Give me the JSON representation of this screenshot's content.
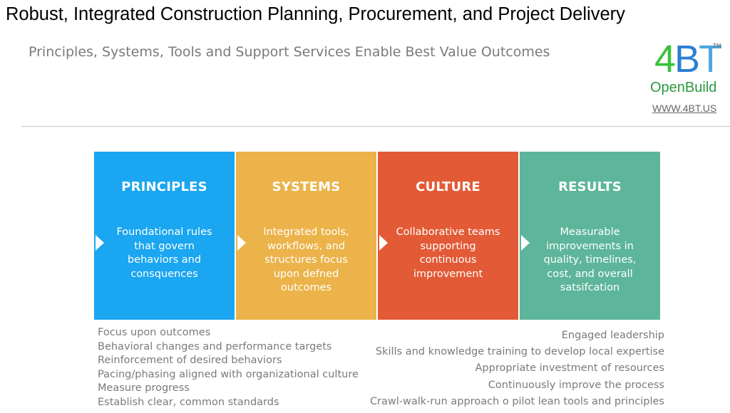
{
  "title": "Robust, Integrated Construction Planning, Procurement, and Project Delivery",
  "subtitle": "Principles, Systems, Tools and Support Services Enable Best Value Outcomes",
  "logo": {
    "mark_4": "4",
    "mark_B": "B",
    "mark_T": "T",
    "tm": "TM",
    "name": "OpenBuild",
    "url": "WWW.4BT.US"
  },
  "colors": {
    "principles": "#1aa6f0",
    "systems": "#ebb349",
    "culture": "#e35a36",
    "results": "#5db59a",
    "muted_text": "#7a7a7a"
  },
  "boxes": [
    {
      "heading": "PRINCIPLES",
      "text": "Foundational rules that govern behaviors and consquences",
      "color": "#1aa6f0"
    },
    {
      "heading": "SYSTEMS",
      "text": "Integrated tools, workflows, and structures focus upon defned outcomes",
      "color": "#ebb349"
    },
    {
      "heading": "CULTURE",
      "text": "Collaborative teams supporting continuous improvement",
      "color": "#e35a36"
    },
    {
      "heading": "RESULTS",
      "text": "Measurable improvements in quality, timelines, cost, and overall satsifcation",
      "color": "#5db59a"
    }
  ],
  "left_list": [
    "Focus upon outcomes",
    "Behavioral changes and performance targets",
    "Reinforcement of desired behaviors",
    "Pacing/phasing aligned with organizational culture",
    "Measure progress",
    "Establish clear, common standards"
  ],
  "right_list": [
    "Engaged leadership",
    "Skills and knowledge training to develop local expertise",
    "Appropriate investment of resources",
    "Continuously improve the process",
    "Crawl-walk-run approach o pilot lean tools and principles"
  ]
}
